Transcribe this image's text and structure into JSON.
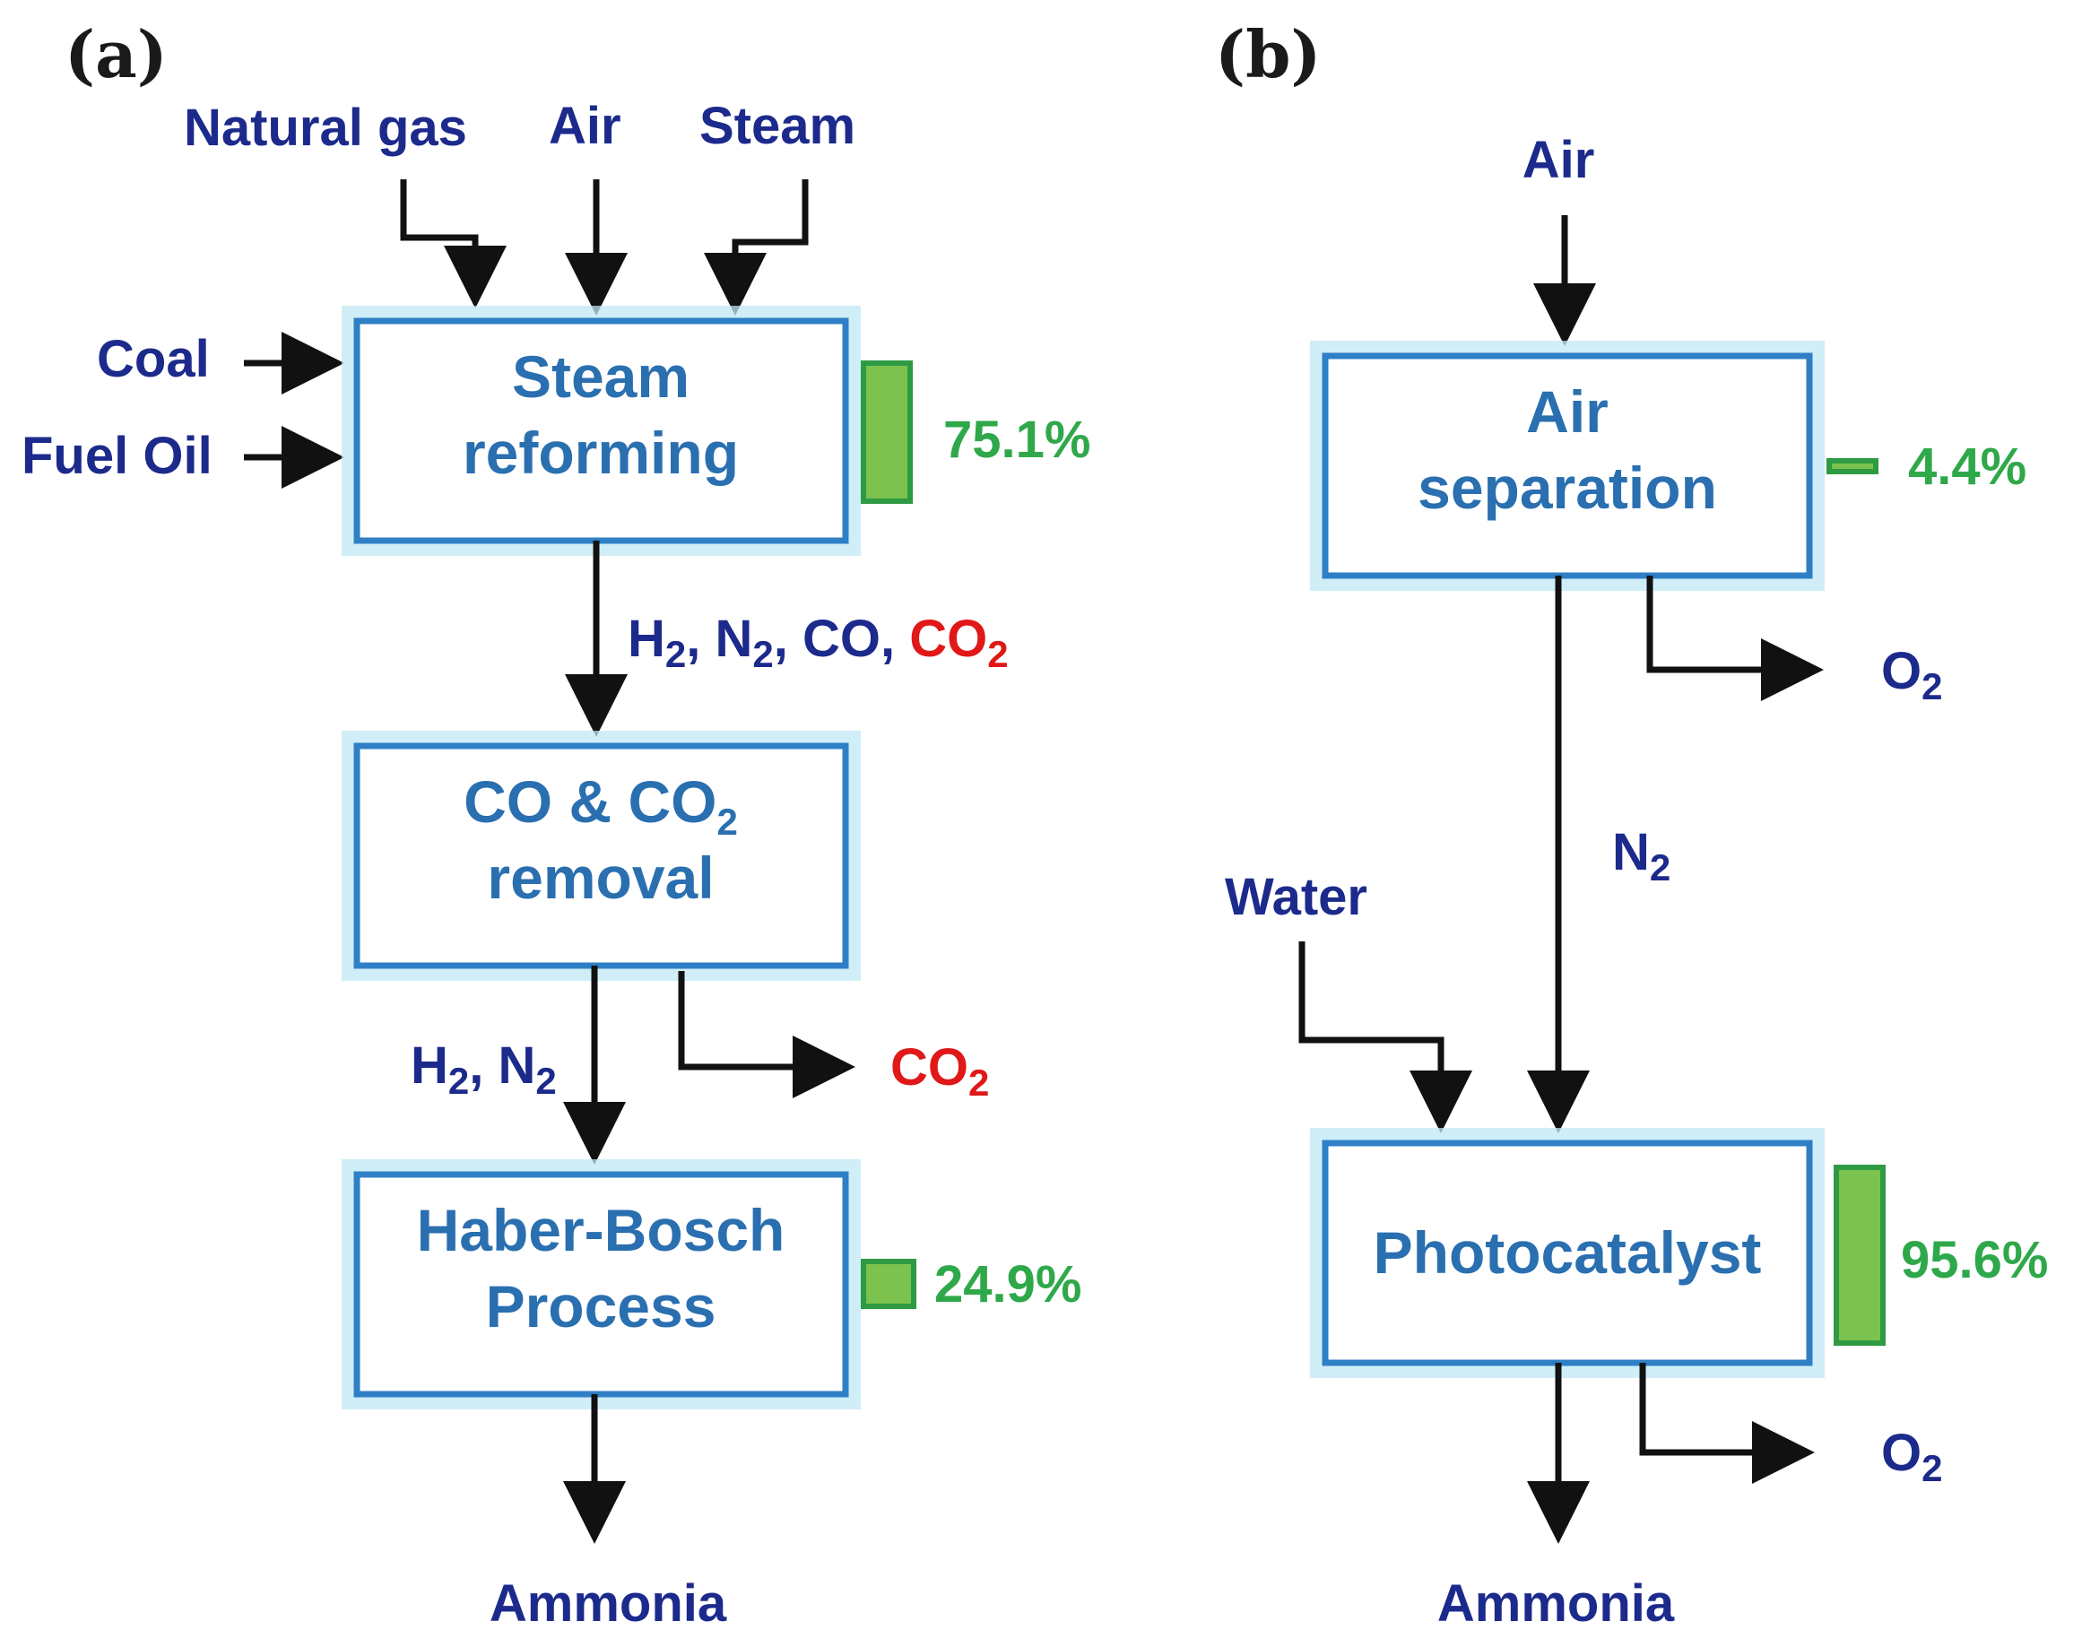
{
  "panel_a": {
    "label": "(a)",
    "inputs": {
      "natural_gas": "Natural gas",
      "air": "Air",
      "steam": "Steam",
      "coal": "Coal",
      "fuel_oil": "Fuel Oil"
    },
    "steam_reforming": {
      "line1": "Steam",
      "line2": "reforming"
    },
    "stream1": {
      "h": "H",
      "n": ", N",
      "co": ", CO, ",
      "co2": "CO",
      "sub": "2"
    },
    "co_removal": {
      "line1_a": "CO & CO",
      "sub": "2",
      "line2": "removal"
    },
    "stream2": {
      "h": "H",
      "n": ", N",
      "sub": "2"
    },
    "co2_out": {
      "text": "CO",
      "sub": "2"
    },
    "haber_bosch": {
      "line1": "Haber-Bosch",
      "line2": "Process"
    },
    "output": "Ammonia",
    "energy": [
      {
        "label": "75.1%",
        "value": 75.1
      },
      {
        "label": "24.9%",
        "value": 24.9
      }
    ]
  },
  "panel_b": {
    "label": "(b)",
    "air": "Air",
    "air_separation": {
      "line1": "Air",
      "line2": "separation"
    },
    "o2_out_1": {
      "text": "O",
      "sub": "2"
    },
    "n2": {
      "text": "N",
      "sub": "2"
    },
    "water": "Water",
    "photocatalyst": "Photocatalyst",
    "o2_out_2": {
      "text": "O",
      "sub": "2"
    },
    "output": "Ammonia",
    "energy": [
      {
        "label": "4.4%",
        "value": 4.4
      },
      {
        "label": "95.6%",
        "value": 95.6
      }
    ]
  },
  "colors": {
    "box_border": "#2f7fc6",
    "box_text": "#2a6fb0",
    "label_text": "#1c2a8c",
    "percent_text": "#2fa84a",
    "bar_fill": "#7cc24e",
    "co2_red": "#e01818"
  }
}
